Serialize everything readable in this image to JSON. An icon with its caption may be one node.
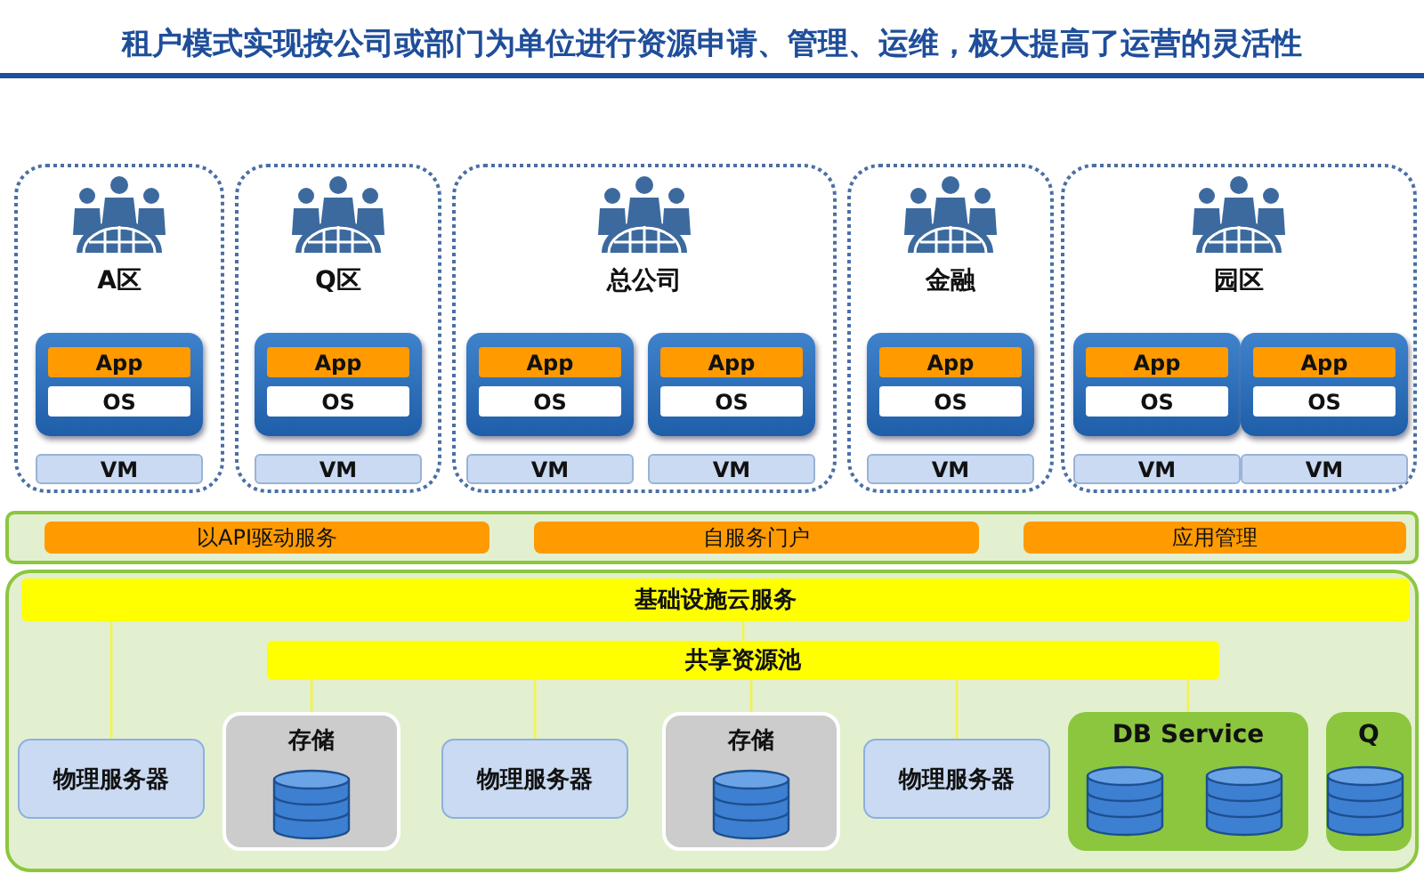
{
  "diagram": {
    "title": "租户模式实现按公司或部门为单位进行资源申请、管理、运维，极大提高了运营的灵活性",
    "nodes": [
      {
        "text": [
          "A区"
        ]
      },
      {
        "text": [],
        "shape": "box",
        "in": 0
      },
      {
        "text": [
          "App"
        ],
        "in": 1
      },
      {
        "text": [
          "OS"
        ],
        "in": 1
      },
      {
        "text": [
          "VM"
        ],
        "in": 0
      },
      {
        "text": [
          "Q区"
        ]
      },
      {
        "text": [],
        "shape": "box",
        "in": 5
      },
      {
        "text": [
          "App"
        ],
        "in": 6
      },
      {
        "text": [
          "OS"
        ],
        "in": 6
      },
      {
        "text": [
          "VM"
        ],
        "in": 5
      },
      {
        "text": [
          "总公司"
        ]
      },
      {
        "text": [],
        "shape": "box",
        "in": 10
      },
      {
        "text": [
          "App"
        ],
        "in": 11
      },
      {
        "text": [
          "OS"
        ],
        "in": 11
      },
      {
        "text": [],
        "shape": "box",
        "in": 10
      },
      {
        "text": [
          "App"
        ],
        "in": 14
      },
      {
        "text": [
          "OS"
        ],
        "in": 14
      },
      {
        "text": [
          "VM"
        ],
        "in": 10
      },
      {
        "text": [
          "VM"
        ],
        "in": 10
      },
      {
        "text": [
          "金融"
        ]
      },
      {
        "text": [],
        "shape": "box",
        "in": 19
      },
      {
        "text": [
          "App"
        ],
        "in": 20
      },
      {
        "text": [
          "OS"
        ],
        "in": 20
      },
      {
        "text": [
          "VM"
        ],
        "in": 19
      },
      {
        "text": [
          "园区"
        ]
      },
      {
        "text": [],
        "shape": "box",
        "in": 24
      },
      {
        "text": [
          "App"
        ],
        "in": 25
      },
      {
        "text": [
          "OS"
        ],
        "in": 25
      },
      {
        "text": [],
        "shape": "box",
        "in": 24
      },
      {
        "text": [
          "App"
        ],
        "in": 28
      },
      {
        "text": [
          "OS"
        ],
        "in": 28
      },
      {
        "text": [
          "VM"
        ],
        "in": 24
      },
      {
        "text": [
          "VM"
        ],
        "in": 24
      },
      {
        "text": [],
        "shape": "bar"
      },
      {
        "text": [
          "以API驱动服务"
        ],
        "in": 33
      },
      {
        "text": [
          "自服务门户"
        ],
        "in": 33
      },
      {
        "text": [
          "应用管理"
        ],
        "in": 33
      },
      {
        "text": [],
        "shape": "box"
      },
      {
        "text": [
          "基础设施云服务"
        ],
        "in": 37
      },
      {
        "text": [
          "共享资源池"
        ],
        "in": 37
      },
      {
        "text": [
          "物理服务器"
        ],
        "in": 37
      },
      {
        "text": [
          "存储"
        ],
        "in": 37
      },
      {
        "text": [
          "物理服务器"
        ],
        "in": 37
      },
      {
        "text": [
          "存储"
        ],
        "in": 37
      },
      {
        "text": [
          "物理服务器"
        ],
        "in": 37
      },
      {
        "text": [
          "DB Service"
        ],
        "in": 37
      },
      {
        "text": [
          "Q"
        ],
        "in": 37
      }
    ],
    "edges": [
      {
        "from": 38,
        "to": 40,
        "arrow": "none"
      },
      {
        "from": 39,
        "to": 41,
        "arrow": "none"
      },
      {
        "from": 39,
        "to": 42,
        "arrow": "none"
      },
      {
        "from": 38,
        "to": 39,
        "arrow": "none"
      },
      {
        "from": 39,
        "to": 43,
        "arrow": "none"
      },
      {
        "from": 39,
        "to": 44,
        "arrow": "none"
      },
      {
        "from": 39,
        "to": 45,
        "arrow": "none"
      }
    ]
  }
}
